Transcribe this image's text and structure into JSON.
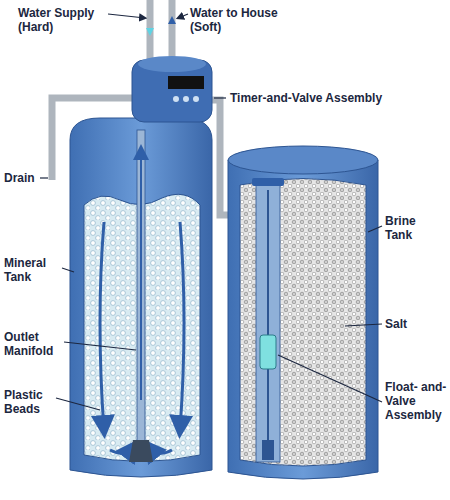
{
  "diagram": {
    "labels": [
      "Water Supply (Hard)",
      "Water to House (Soft)",
      "Timer-and-Valve Assembly",
      "Drain",
      "Mineral Tank",
      "Outlet Manifold",
      "Plastic Beads",
      "Brine Tank",
      "Salt",
      "Float- and- Valve Assembly"
    ]
  }
}
